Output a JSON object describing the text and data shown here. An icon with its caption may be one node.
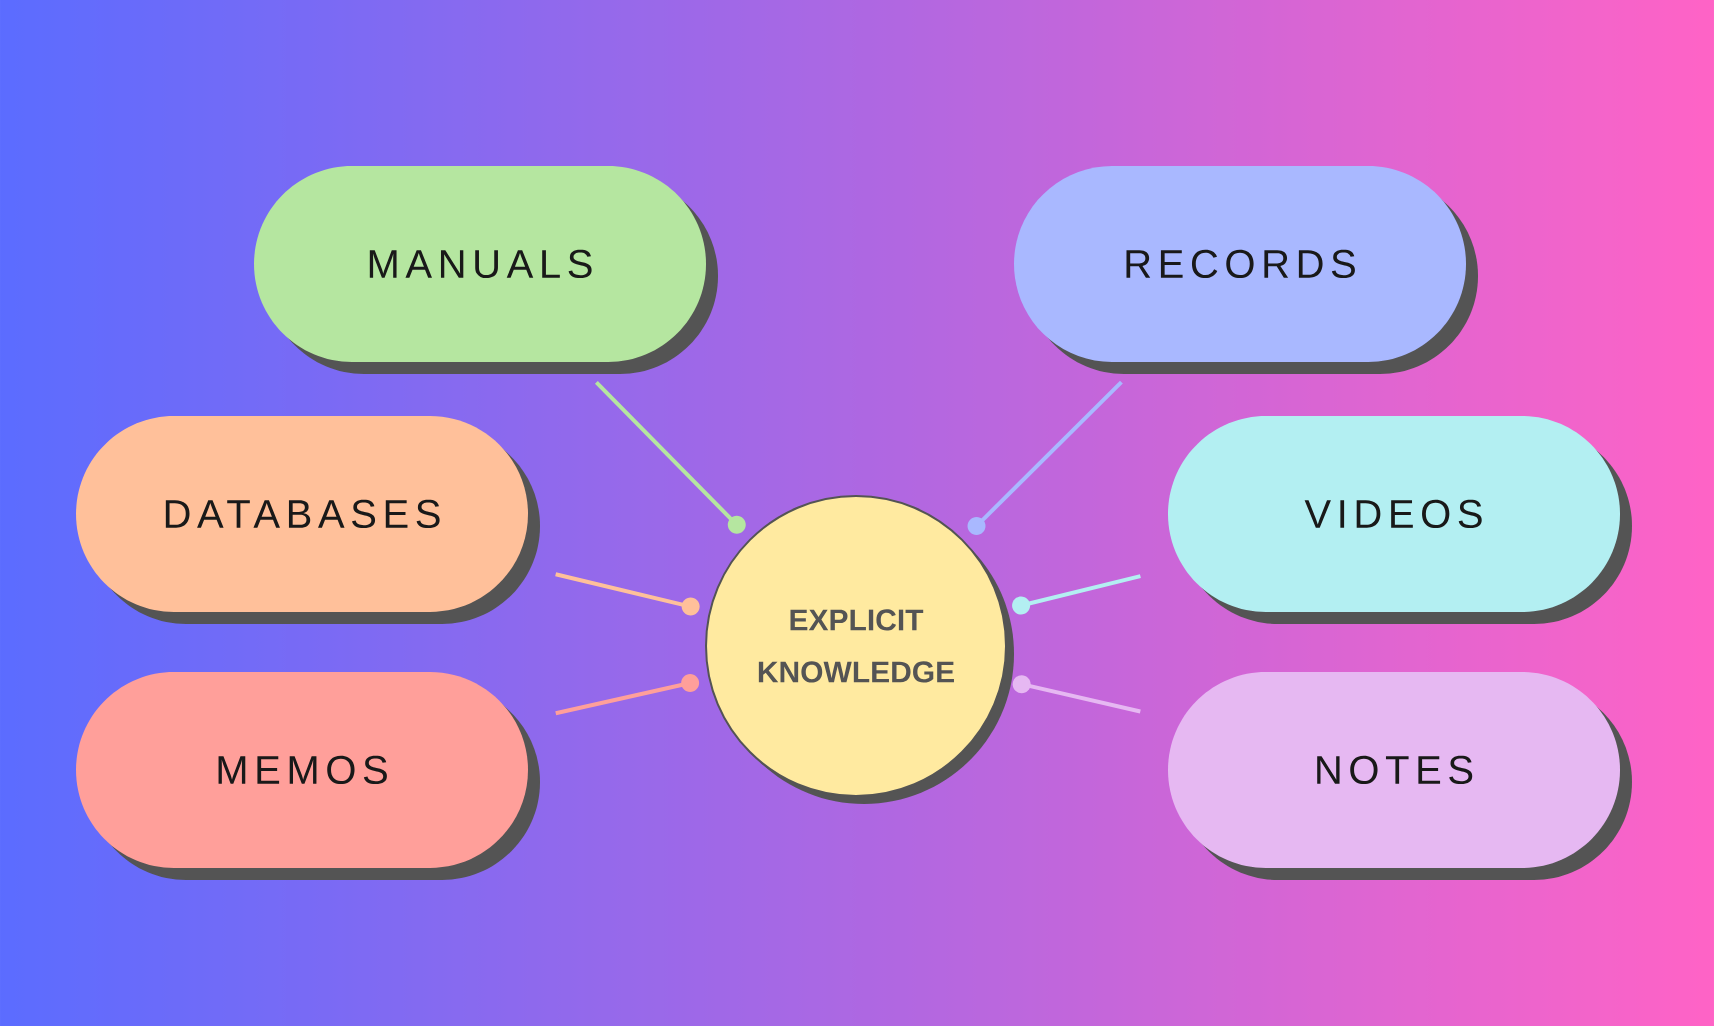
{
  "diagram": {
    "nodes": [
      {
        "text": [
          "EXPLICIT KNOWLEDGE"
        ]
      },
      {
        "text": [
          "MANUALS"
        ]
      },
      {
        "text": [
          "RECORDS"
        ]
      },
      {
        "text": [
          "DATABASES"
        ]
      },
      {
        "text": [
          "VIDEOS"
        ]
      },
      {
        "text": [
          "MEMOS"
        ]
      },
      {
        "text": [
          "NOTES"
        ]
      }
    ],
    "edges": [
      {
        "from": 1,
        "to": 0,
        "arrow": "other",
        "color": "#b5e6a0"
      },
      {
        "from": 2,
        "to": 0,
        "arrow": "other",
        "color": "#a9b8ff"
      },
      {
        "from": 3,
        "to": 0,
        "arrow": "other",
        "color": "#ffc09a"
      },
      {
        "from": 4,
        "to": 0,
        "arrow": "other",
        "color": "#b3eff2"
      },
      {
        "from": 5,
        "to": 0,
        "arrow": "other",
        "color": "#ff9f9a"
      },
      {
        "from": 6,
        "to": 0,
        "arrow": "other",
        "color": "#e6b8f2"
      }
    ]
  }
}
